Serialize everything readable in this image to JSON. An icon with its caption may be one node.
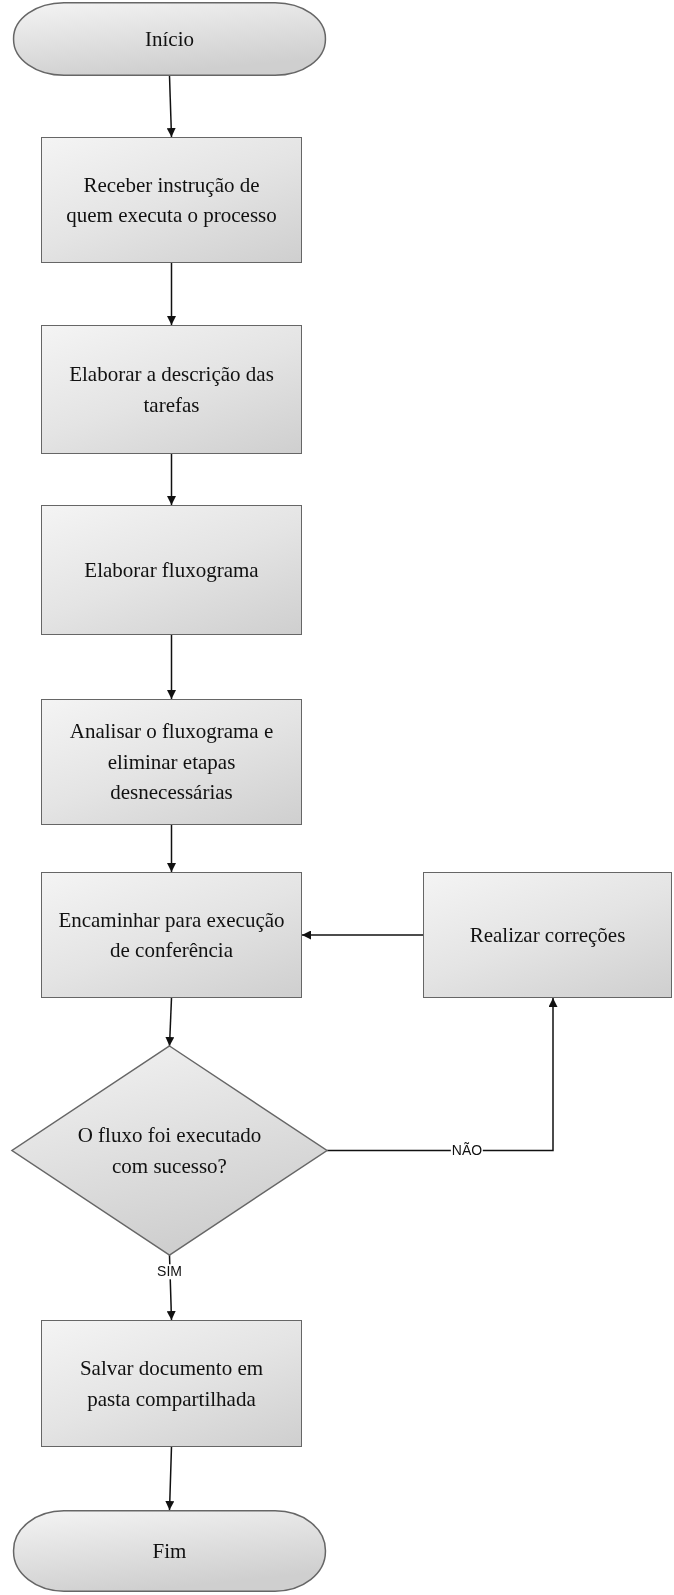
{
  "diagram": {
    "nodes": [
      {
        "text": [
          "Início"
        ]
      },
      {
        "text": [
          "Receber instrução de quem executa o processo"
        ]
      },
      {
        "text": [
          "Elaborar a descrição das tarefas"
        ]
      },
      {
        "text": [
          "Elaborar fluxograma"
        ]
      },
      {
        "text": [
          "Analisar o fluxograma e eliminar etapas desnecessárias"
        ]
      },
      {
        "text": [
          "Encaminhar para execução de conferência"
        ]
      },
      {
        "text": [
          "Realizar correções"
        ]
      },
      {
        "text": [
          "O fluxo foi executado com sucesso?"
        ]
      },
      {
        "text": [
          "Salvar documento em pasta compartilhada"
        ]
      },
      {
        "text": [
          "Fim"
        ]
      }
    ],
    "edges": [
      {
        "from": 0,
        "to": 1,
        "arrow": "to"
      },
      {
        "from": 1,
        "to": 2,
        "arrow": "to"
      },
      {
        "from": 2,
        "to": 3,
        "arrow": "to"
      },
      {
        "from": 3,
        "to": 4,
        "arrow": "to"
      },
      {
        "from": 4,
        "to": 5,
        "arrow": "to"
      },
      {
        "from": 5,
        "to": 7,
        "arrow": "to"
      },
      {
        "from": 7,
        "to": 6,
        "arrow": "to",
        "label": "NÃO"
      },
      {
        "from": 6,
        "to": 5,
        "arrow": "to"
      },
      {
        "from": 7,
        "to": 8,
        "arrow": "to",
        "label": "SIM"
      },
      {
        "from": 8,
        "to": 9,
        "arrow": "to"
      }
    ]
  }
}
